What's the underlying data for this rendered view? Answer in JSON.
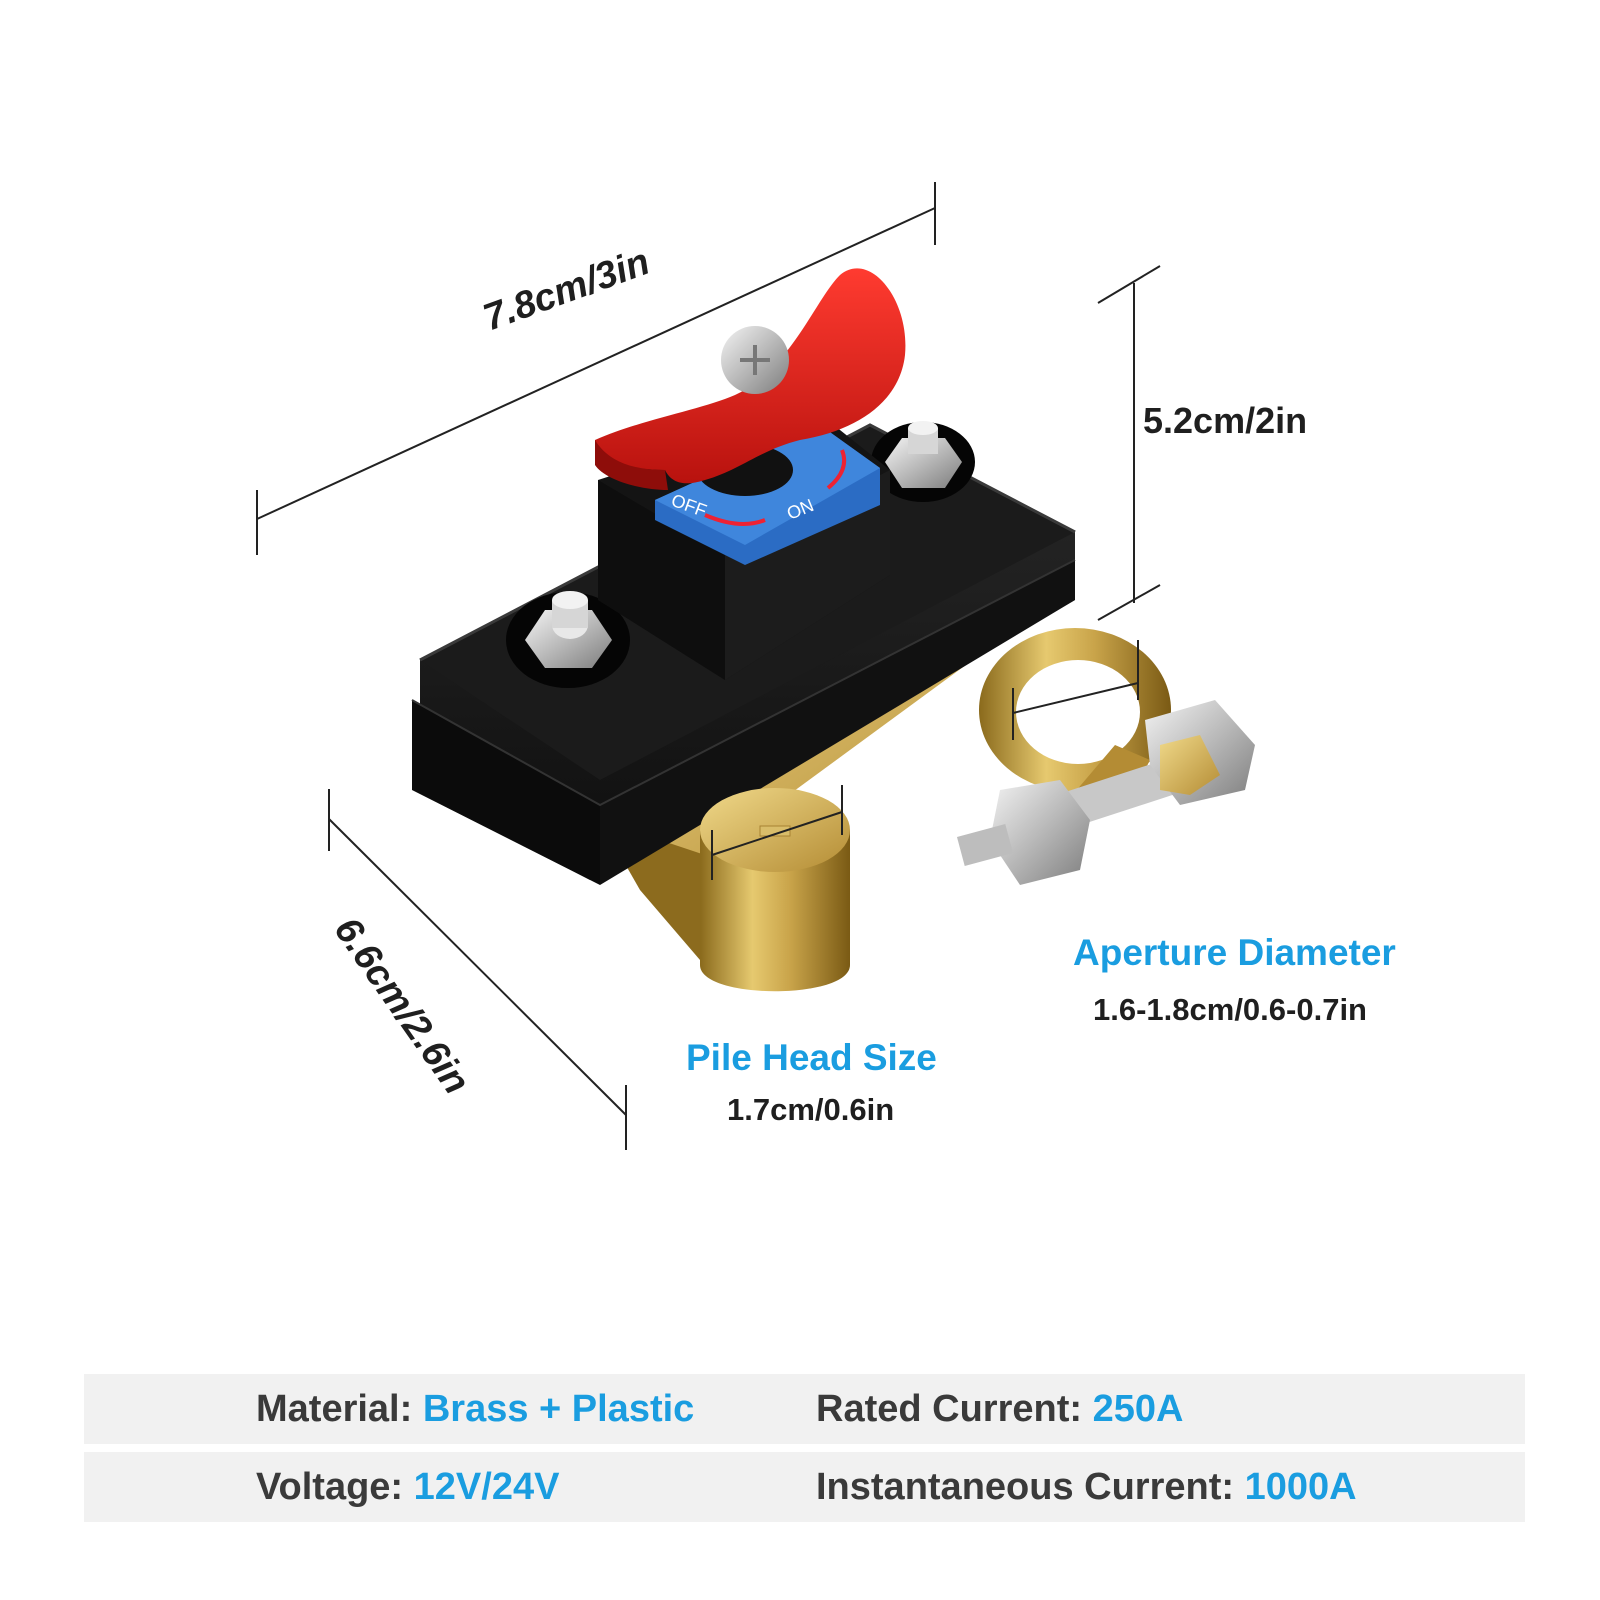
{
  "dimensions": {
    "width": "7.8cm/3in",
    "height": "5.2cm/2in",
    "depth": "6.6cm/2.6in"
  },
  "switch_labels": {
    "off": "OFF",
    "on": "ON"
  },
  "callouts": {
    "aperture": {
      "title": "Aperture Diameter",
      "value": "1.6-1.8cm/0.6-0.7in"
    },
    "pile_head": {
      "title": "Pile Head Size",
      "value": "1.7cm/0.6in"
    }
  },
  "specs": {
    "material": {
      "label": "Material:",
      "value": "Brass + Plastic"
    },
    "rated_current": {
      "label": "Rated Current:",
      "value": "250A"
    },
    "voltage": {
      "label": "Voltage:",
      "value": "12V/24V"
    },
    "instantaneous_current": {
      "label": "Instantaneous Current:",
      "value": "1000A"
    }
  },
  "colors": {
    "accent": "#1a9de0",
    "text": "#3a3a3a",
    "knob": "#d8201e",
    "brass": "#c9a44a",
    "body": "#151515"
  }
}
